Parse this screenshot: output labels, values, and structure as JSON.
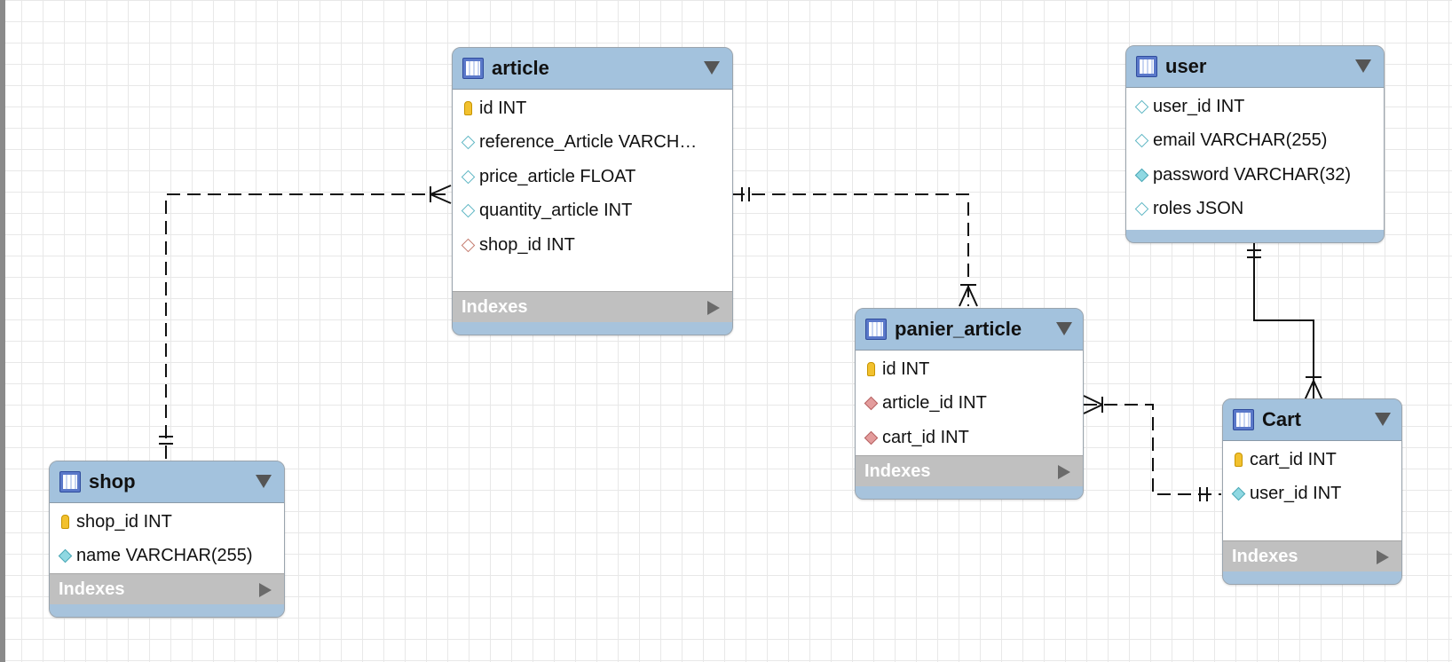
{
  "tables": {
    "article": {
      "name": "article",
      "columns": [
        {
          "text": "id INT",
          "icon": "primary-key-icon"
        },
        {
          "text": "reference_Article VARCH…",
          "icon": "column-diamond-icon"
        },
        {
          "text": "price_article FLOAT",
          "icon": "column-diamond-icon"
        },
        {
          "text": "quantity_article INT",
          "icon": "column-diamond-icon"
        },
        {
          "text": "shop_id INT",
          "icon": "foreign-key-diamond-icon"
        }
      ],
      "indexes_label": "Indexes"
    },
    "user": {
      "name": "user",
      "columns": [
        {
          "text": "user_id INT",
          "icon": "column-diamond-icon"
        },
        {
          "text": "email VARCHAR(255)",
          "icon": "column-diamond-icon"
        },
        {
          "text": "password VARCHAR(32)",
          "icon": "column-diamond-filled-icon"
        },
        {
          "text": "roles JSON",
          "icon": "column-diamond-icon"
        }
      ]
    },
    "panier_article": {
      "name": "panier_article",
      "columns": [
        {
          "text": "id INT",
          "icon": "primary-key-icon"
        },
        {
          "text": "article_id INT",
          "icon": "foreign-key-filled-icon"
        },
        {
          "text": "cart_id INT",
          "icon": "foreign-key-filled-icon"
        }
      ],
      "indexes_label": "Indexes"
    },
    "shop": {
      "name": "shop",
      "columns": [
        {
          "text": "shop_id INT",
          "icon": "primary-key-icon"
        },
        {
          "text": "name VARCHAR(255)",
          "icon": "column-diamond-filled-icon"
        }
      ],
      "indexes_label": "Indexes"
    },
    "cart": {
      "name": "Cart",
      "columns": [
        {
          "text": "cart_id INT",
          "icon": "primary-key-icon"
        },
        {
          "text": "user_id INT",
          "icon": "column-diamond-filled-icon"
        }
      ],
      "indexes_label": "Indexes"
    }
  },
  "colors": {
    "header": "#a3c2dd",
    "indexes_bar": "#c0c0c0",
    "primary_key": "#f2c12e",
    "column_diamond": "#8fd8e2",
    "foreign_key": "#e39c9c",
    "grid": "#e8e8e8"
  }
}
